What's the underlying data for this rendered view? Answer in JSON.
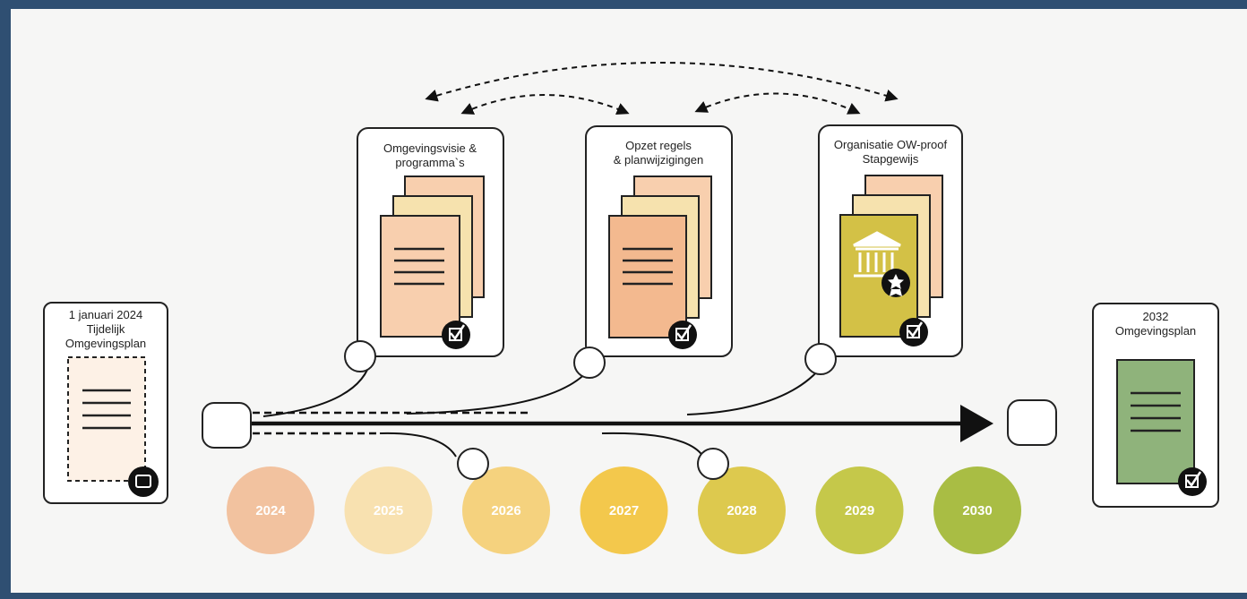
{
  "cards": {
    "left": {
      "lines": [
        "1 januari 2024",
        "Tijdelijk",
        "Omgevingsplan"
      ]
    },
    "visie": {
      "lines": [
        "Omgevingsvisie  &",
        "programma`s"
      ]
    },
    "regels": {
      "lines": [
        "Opzet regels",
        "& planwijzigingen"
      ]
    },
    "organisatie": {
      "lines": [
        "Organisatie OW-proof",
        "Stapgewijs"
      ]
    },
    "right": {
      "lines": [
        "2032",
        "Omgevingsplan"
      ]
    }
  },
  "years": [
    {
      "label": "2024",
      "color": "#f2c29f"
    },
    {
      "label": "2025",
      "color": "#f8e1b0"
    },
    {
      "label": "2026",
      "color": "#f5d27e"
    },
    {
      "label": "2027",
      "color": "#f3c84c"
    },
    {
      "label": "2028",
      "color": "#ddc94e"
    },
    {
      "label": "2029",
      "color": "#c5c84a"
    },
    {
      "label": "2030",
      "color": "#a9bd44"
    }
  ],
  "colors": {
    "page_background": "#2f4f72",
    "canvas": "#f6f6f5",
    "doc_peach": "#f8cfae",
    "doc_yellow": "#f6e2ae",
    "doc_orange": "#f3b98f",
    "doc_olive": "#d3c146",
    "doc_green": "#8fb37b"
  },
  "icons": [
    "checkbox-icon",
    "building-icon",
    "star-badge-icon",
    "screen-icon"
  ]
}
